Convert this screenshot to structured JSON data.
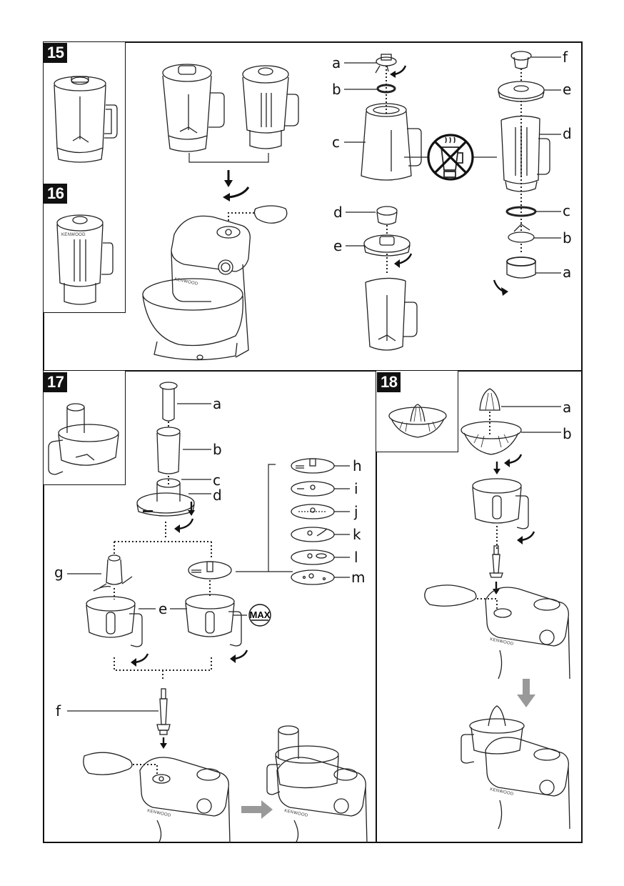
{
  "document": {
    "type": "assembly-instruction-figures",
    "brand_mark": "KENWOOD"
  },
  "panels": [
    {
      "number": "15",
      "title_hidden": "Thermo-resist glass/plastic blender",
      "callouts": [],
      "sub_figures": [
        "blender-jug-thermoresist"
      ]
    },
    {
      "number": "16",
      "callouts": [],
      "sub_figures": [
        "blender-jug-acrylic"
      ]
    }
  ],
  "fig15_16_main": {
    "exploded_top_left": {
      "labels": [
        "a",
        "b",
        "c"
      ],
      "parts": {
        "a": "blade-unit",
        "b": "sealing-ring",
        "c": "glass-jug"
      }
    },
    "exploded_top_right": {
      "labels": [
        "f",
        "e",
        "d",
        "c",
        "b",
        "a"
      ],
      "parts": {
        "f": "filler-cap",
        "e": "lid",
        "d": "jug",
        "c": "sealing-ring",
        "b": "blade-unit",
        "a": "base"
      }
    },
    "exploded_bottom": {
      "labels": [
        "d",
        "e"
      ],
      "parts": {
        "d": "filler-cap",
        "e": "lid"
      }
    },
    "warning_symbol": "no-hot-liquids"
  },
  "panel17": {
    "number": "17",
    "labels": {
      "a": "a",
      "b": "b",
      "c": "c",
      "d": "d",
      "e": "e",
      "f": "f",
      "g": "g",
      "h": "h",
      "i": "i",
      "j": "j",
      "k": "k",
      "l": "l",
      "m": "m"
    },
    "disc_labels": [
      "h",
      "i",
      "j",
      "k",
      "l",
      "m"
    ],
    "max_badge": "MAX"
  },
  "panel18": {
    "number": "18",
    "labels": {
      "a": "a",
      "b": "b"
    }
  },
  "colors": {
    "ink": "#111111",
    "paper": "#ffffff",
    "grey_arrow": "#999999"
  }
}
